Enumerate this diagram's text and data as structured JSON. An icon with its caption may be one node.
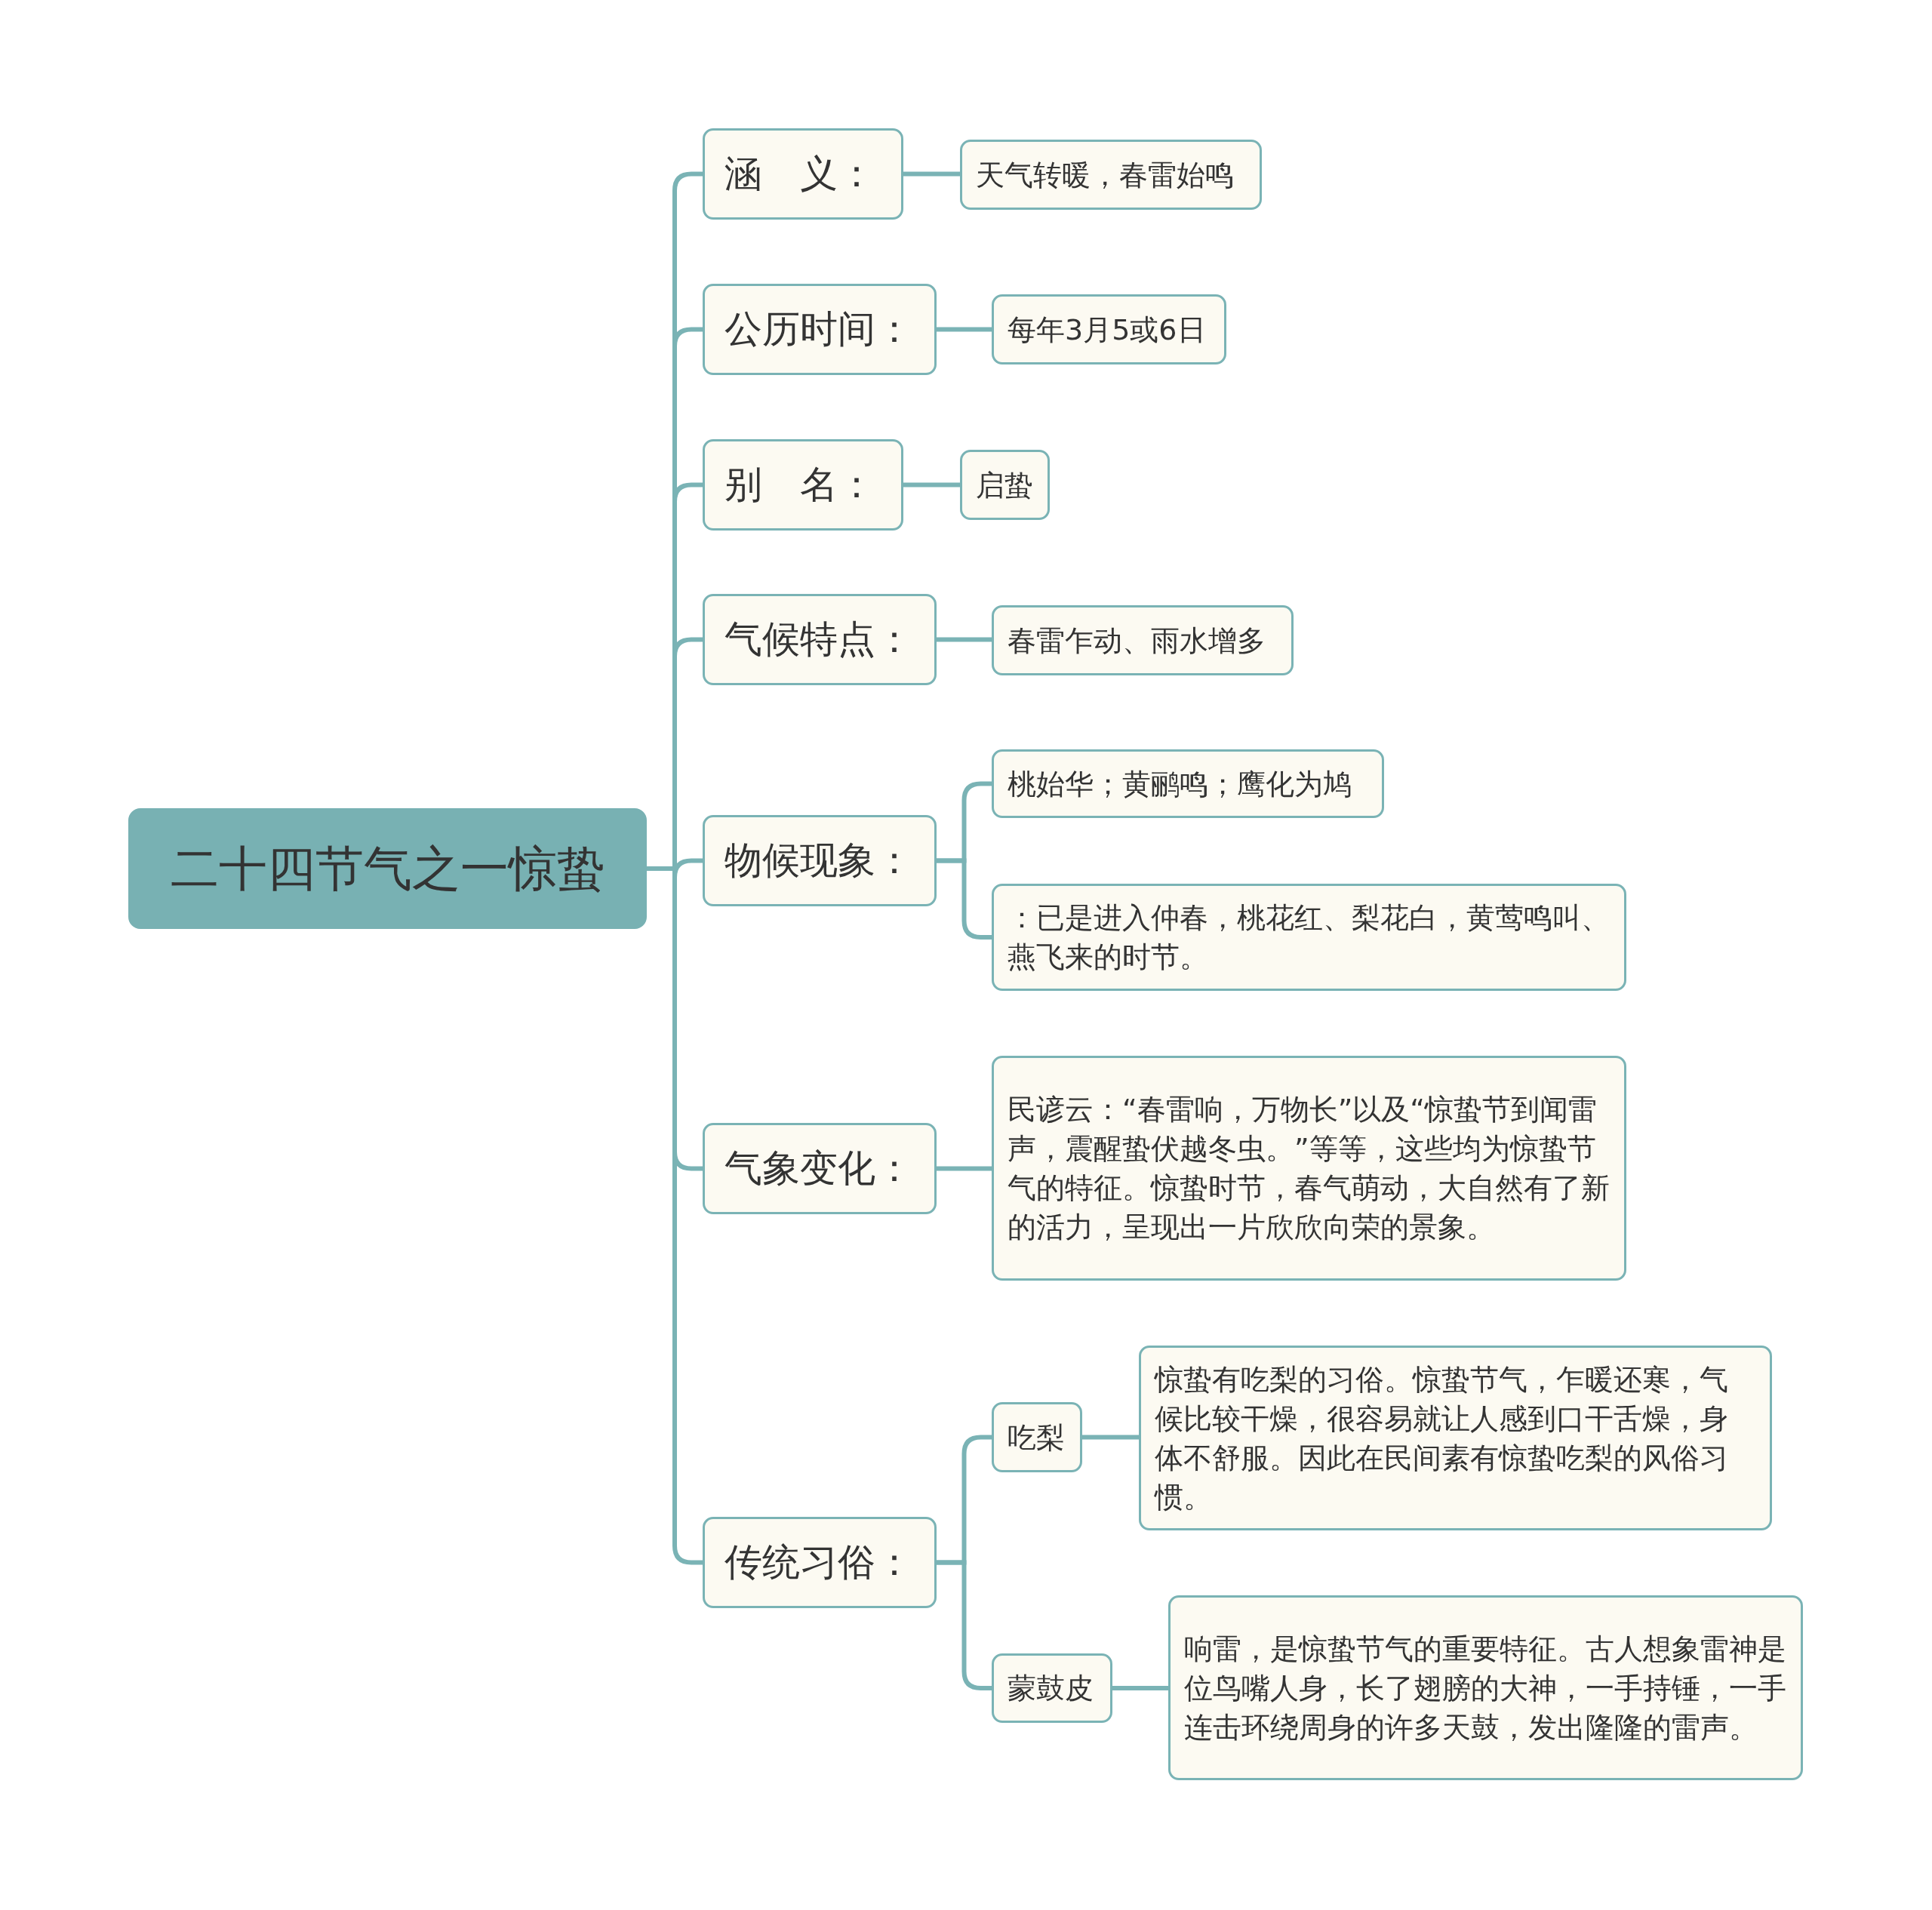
{
  "diagram": {
    "nodes": [
      {
        "text": [
          "二十四节气之一惊蛰"
        ]
      },
      {
        "text": [
          "涵　义："
        ]
      },
      {
        "text": [
          "天气转暖，春雷始鸣"
        ]
      },
      {
        "text": [
          "公历时间："
        ]
      },
      {
        "text": [
          "每年3月5或6日"
        ]
      },
      {
        "text": [
          "别　名："
        ]
      },
      {
        "text": [
          "启蛰"
        ]
      },
      {
        "text": [
          "气候特点："
        ]
      },
      {
        "text": [
          "春雷乍动、雨水增多"
        ]
      },
      {
        "text": [
          "物候现象："
        ]
      },
      {
        "text": [
          "桃始华；黄鹂鸣；鹰化为鸠"
        ]
      },
      {
        "text": [
          "：已是进入仲春，桃花红、梨花白，黄莺鸣叫、燕飞来的时节。"
        ]
      },
      {
        "text": [
          "气象变化："
        ]
      },
      {
        "text": [
          "民谚云：“春雷响，万物长”以及“惊蛰节到闻雷声，震醒蛰伏越冬虫。”等等，这些均为惊蛰节气的特征。惊蛰时节，春气萌动，大自然有了新的活力，呈现出一片欣欣向荣的景象。"
        ]
      },
      {
        "text": [
          "传统习俗："
        ]
      },
      {
        "text": [
          "吃梨"
        ]
      },
      {
        "text": [
          "惊蛰有吃梨的习俗。惊蛰节气，乍暖还寒，气候比较干燥，很容易就让人感到口干舌燥，身体不舒服。因此在民间素有惊蛰吃梨的风俗习惯。"
        ]
      },
      {
        "text": [
          "蒙鼓皮"
        ]
      },
      {
        "text": [
          "响雷，是惊蛰节气的重要特征。古人想象雷神是位鸟嘴人身，长了翅膀的大神，一手持锤，一手连击环绕周身的许多天鼓，发出隆隆的雷声。"
        ]
      }
    ],
    "edges": [
      {
        "from": 0,
        "to": 1,
        "arrow": "none"
      },
      {
        "from": 0,
        "to": 3,
        "arrow": "none"
      },
      {
        "from": 0,
        "to": 5,
        "arrow": "none"
      },
      {
        "from": 0,
        "to": 7,
        "arrow": "none"
      },
      {
        "from": 0,
        "to": 9,
        "arrow": "none"
      },
      {
        "from": 0,
        "to": 12,
        "arrow": "none"
      },
      {
        "from": 0,
        "to": 14,
        "arrow": "none"
      },
      {
        "from": 1,
        "to": 2,
        "arrow": "none"
      },
      {
        "from": 3,
        "to": 4,
        "arrow": "none"
      },
      {
        "from": 5,
        "to": 6,
        "arrow": "none"
      },
      {
        "from": 7,
        "to": 8,
        "arrow": "none"
      },
      {
        "from": 9,
        "to": 10,
        "arrow": "none"
      },
      {
        "from": 9,
        "to": 11,
        "arrow": "none"
      },
      {
        "from": 12,
        "to": 13,
        "arrow": "none"
      },
      {
        "from": 14,
        "to": 15,
        "arrow": "none"
      },
      {
        "from": 14,
        "to": 17,
        "arrow": "none"
      },
      {
        "from": 15,
        "to": 16,
        "arrow": "none"
      },
      {
        "from": 17,
        "to": 18,
        "arrow": "none"
      }
    ]
  }
}
